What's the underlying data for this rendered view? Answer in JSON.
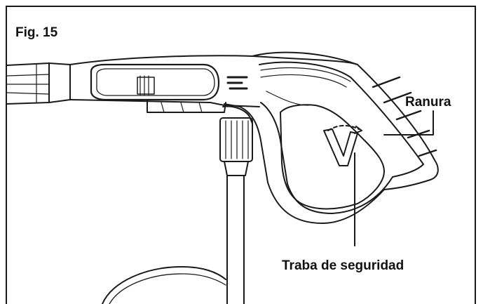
{
  "figure": {
    "label": "Fig. 15"
  },
  "callouts": {
    "ranura": "Ranura",
    "traba": "Traba de seguridad"
  },
  "colors": {
    "line": "#1a1a1a",
    "background": "#ffffff"
  }
}
